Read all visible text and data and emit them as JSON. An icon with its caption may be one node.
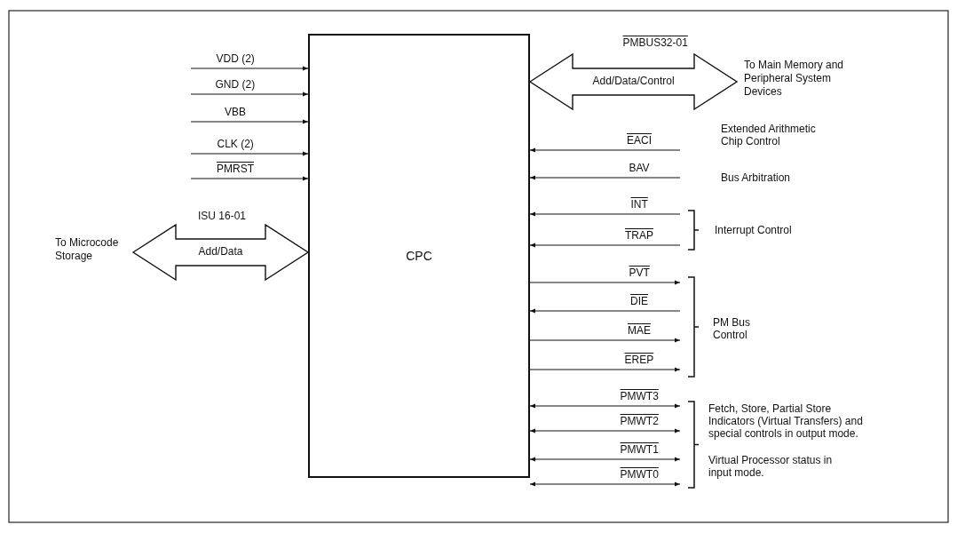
{
  "diagram": {
    "nodes": [
      {
        "text": [
          "CPC"
        ]
      },
      {
        "text": [
          "To Microcode Storage"
        ]
      },
      {
        "text": [
          "To Main Memory and Peripheral System Devices"
        ]
      }
    ],
    "edges": [
      {
        "from": null,
        "to": 0,
        "arrow": "to",
        "label": "VDD (2)"
      },
      {
        "from": null,
        "to": 0,
        "arrow": "to",
        "label": "GND (2)"
      },
      {
        "from": null,
        "to": 0,
        "arrow": "to",
        "label": "VBB"
      },
      {
        "from": null,
        "to": 0,
        "arrow": "to",
        "label": "CLK (2)"
      },
      {
        "from": null,
        "to": 0,
        "arrow": "to",
        "label": "PMRST"
      },
      {
        "from": 0,
        "to": 1,
        "arrow": "both",
        "label": "Add/Data",
        "style": "thick"
      },
      {
        "from": 0,
        "to": 2,
        "arrow": "both",
        "label": "Add/Data/Control",
        "style": "thick"
      },
      {
        "from": null,
        "to": 0,
        "arrow": "to",
        "label": "EACI"
      },
      {
        "from": null,
        "to": 0,
        "arrow": "to",
        "label": "BAV"
      },
      {
        "from": null,
        "to": 0,
        "arrow": "to",
        "label": "INT"
      },
      {
        "from": null,
        "to": 0,
        "arrow": "to",
        "label": "TRAP"
      },
      {
        "from": 0,
        "to": null,
        "arrow": "to",
        "label": "PVT"
      },
      {
        "from": null,
        "to": 0,
        "arrow": "to",
        "label": "DIE"
      },
      {
        "from": 0,
        "to": null,
        "arrow": "to",
        "label": "MAE"
      },
      {
        "from": 0,
        "to": null,
        "arrow": "to",
        "label": "EREP"
      },
      {
        "from": 0,
        "to": null,
        "arrow": "both",
        "label": "PMWT3"
      },
      {
        "from": 0,
        "to": null,
        "arrow": "both",
        "label": "PMWT2"
      },
      {
        "from": 0,
        "to": null,
        "arrow": "both",
        "label": "PMWT1"
      },
      {
        "from": 0,
        "to": null,
        "arrow": "both",
        "label": "PMWT0"
      }
    ],
    "labels": [
      "ISU 16-01",
      "PMBUS32-01",
      "Extended Arithmetic Chip Control",
      "Bus Arbitration",
      "Interrupt Control",
      "PM Bus Control",
      "Fetch, Store, Partial Store Indicators (Virtual Transfers) and special controls in output mode.",
      "Virtual Processor status in input mode."
    ]
  }
}
